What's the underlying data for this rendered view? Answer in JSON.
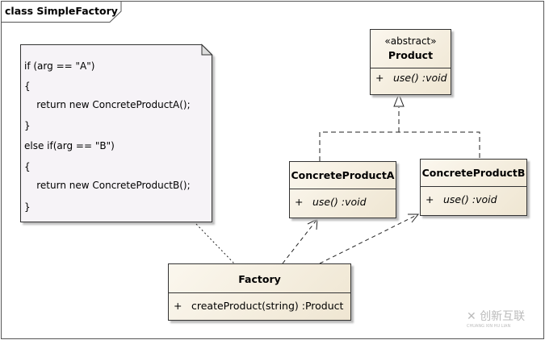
{
  "frame": {
    "title": "class SimpleFactory"
  },
  "note": {
    "lines": [
      "if (arg == \"A\")",
      "{",
      "    return new ConcreteProductA();",
      "}",
      "else if(arg == \"B\")",
      "{",
      "    return new ConcreteProductB();",
      "}"
    ]
  },
  "classes": {
    "product": {
      "stereotype": "«abstract»",
      "name": "Product",
      "op_visibility": "+",
      "op": "use()  :void"
    },
    "a": {
      "name": "ConcreteProductA",
      "op_visibility": "+",
      "op": "use()  :void"
    },
    "b": {
      "name": "ConcreteProductB",
      "op_visibility": "+",
      "op": "use()  :void"
    },
    "factory": {
      "name": "Factory",
      "op_visibility": "+",
      "op": "createProduct(string)  :Product"
    }
  },
  "watermark": {
    "text": "创新互联",
    "sub": "CHUANG XIN HU LIAN"
  },
  "colors": {
    "class_fill": "#f3ecdc",
    "note_fill": "#f6f3f7"
  }
}
